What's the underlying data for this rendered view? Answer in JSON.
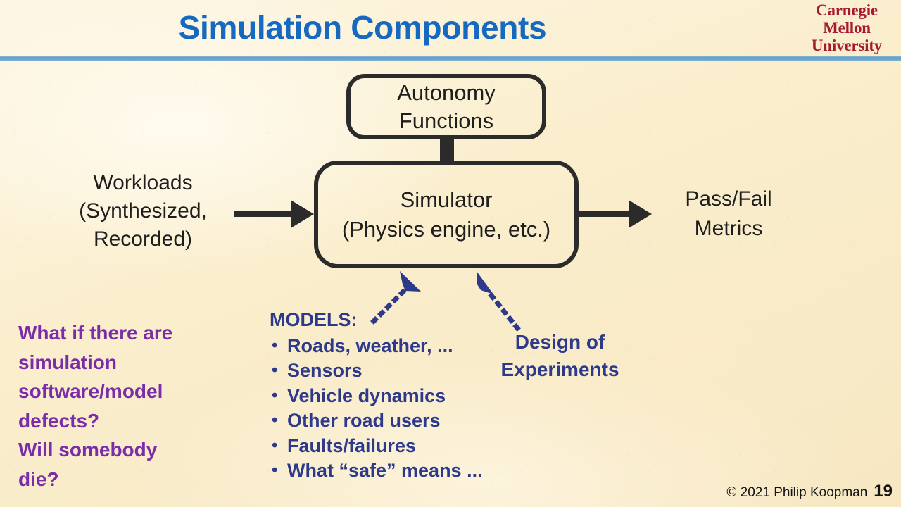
{
  "slide": {
    "title": "Simulation Components",
    "background_color": "#faeecd",
    "title_color": "#1569c0",
    "rule_color": "#5b9bc4"
  },
  "logo": {
    "name": "carnegie-mellon-university-logo",
    "line1": "Carnegie",
    "line2": "Mellon",
    "line3": "University",
    "color": "#a6192e"
  },
  "diagram": {
    "autonomy_box": {
      "line1": "Autonomy",
      "line2": "Functions"
    },
    "simulator_box": {
      "line1": "Simulator",
      "line2": "(Physics engine, etc.)"
    },
    "workloads_label": {
      "line1": "Workloads",
      "line2": "(Synthesized,",
      "line3": "Recorded)"
    },
    "metrics_label": {
      "line1": "Pass/Fail",
      "line2": "Metrics"
    },
    "box_border_color": "#2b2b2b",
    "arrow_color": "#2b2b2b",
    "dotted_arrow_color": "#2d3a8c"
  },
  "models": {
    "heading": "MODELS:",
    "color": "#2d3a8c",
    "items": [
      "Roads, weather, ...",
      "Sensors",
      "Vehicle dynamics",
      "Other road users",
      "Faults/failures",
      "What “safe” means ..."
    ]
  },
  "design_of_experiments": {
    "line1": "Design of",
    "line2": "Experiments",
    "color": "#2d3a8c"
  },
  "question": {
    "color": "#7b2ca8",
    "line1": "What if there are",
    "line2": "simulation",
    "line3": "software/model",
    "line4": "defects?",
    "line5": "Will somebody",
    "line6": "die?"
  },
  "footer": {
    "copyright": "© 2021 Philip Koopman",
    "slide_number": "19"
  }
}
